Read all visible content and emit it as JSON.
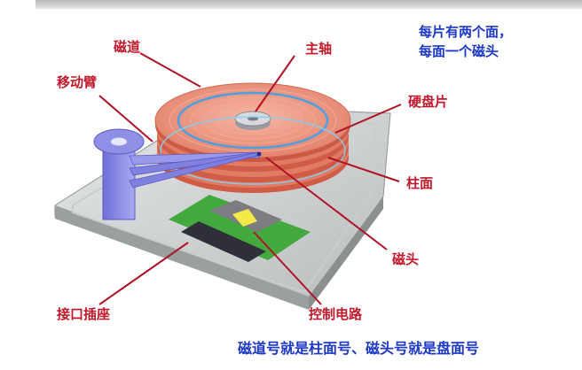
{
  "labels": {
    "track": "磁道",
    "spindle": "主轴",
    "arm": "移动臂",
    "platter": "硬盘片",
    "cylinder": "柱面",
    "head": "磁头",
    "connector": "接口插座",
    "circuit": "控制电路"
  },
  "note": {
    "line1": "每片有两个面，",
    "line2": "每面一个磁头"
  },
  "caption": "磁道号就是柱面号、磁头号就是盘面号",
  "colors": {
    "label": "#c0182a",
    "note": "#1c38c8",
    "leader": "#b01226"
  }
}
